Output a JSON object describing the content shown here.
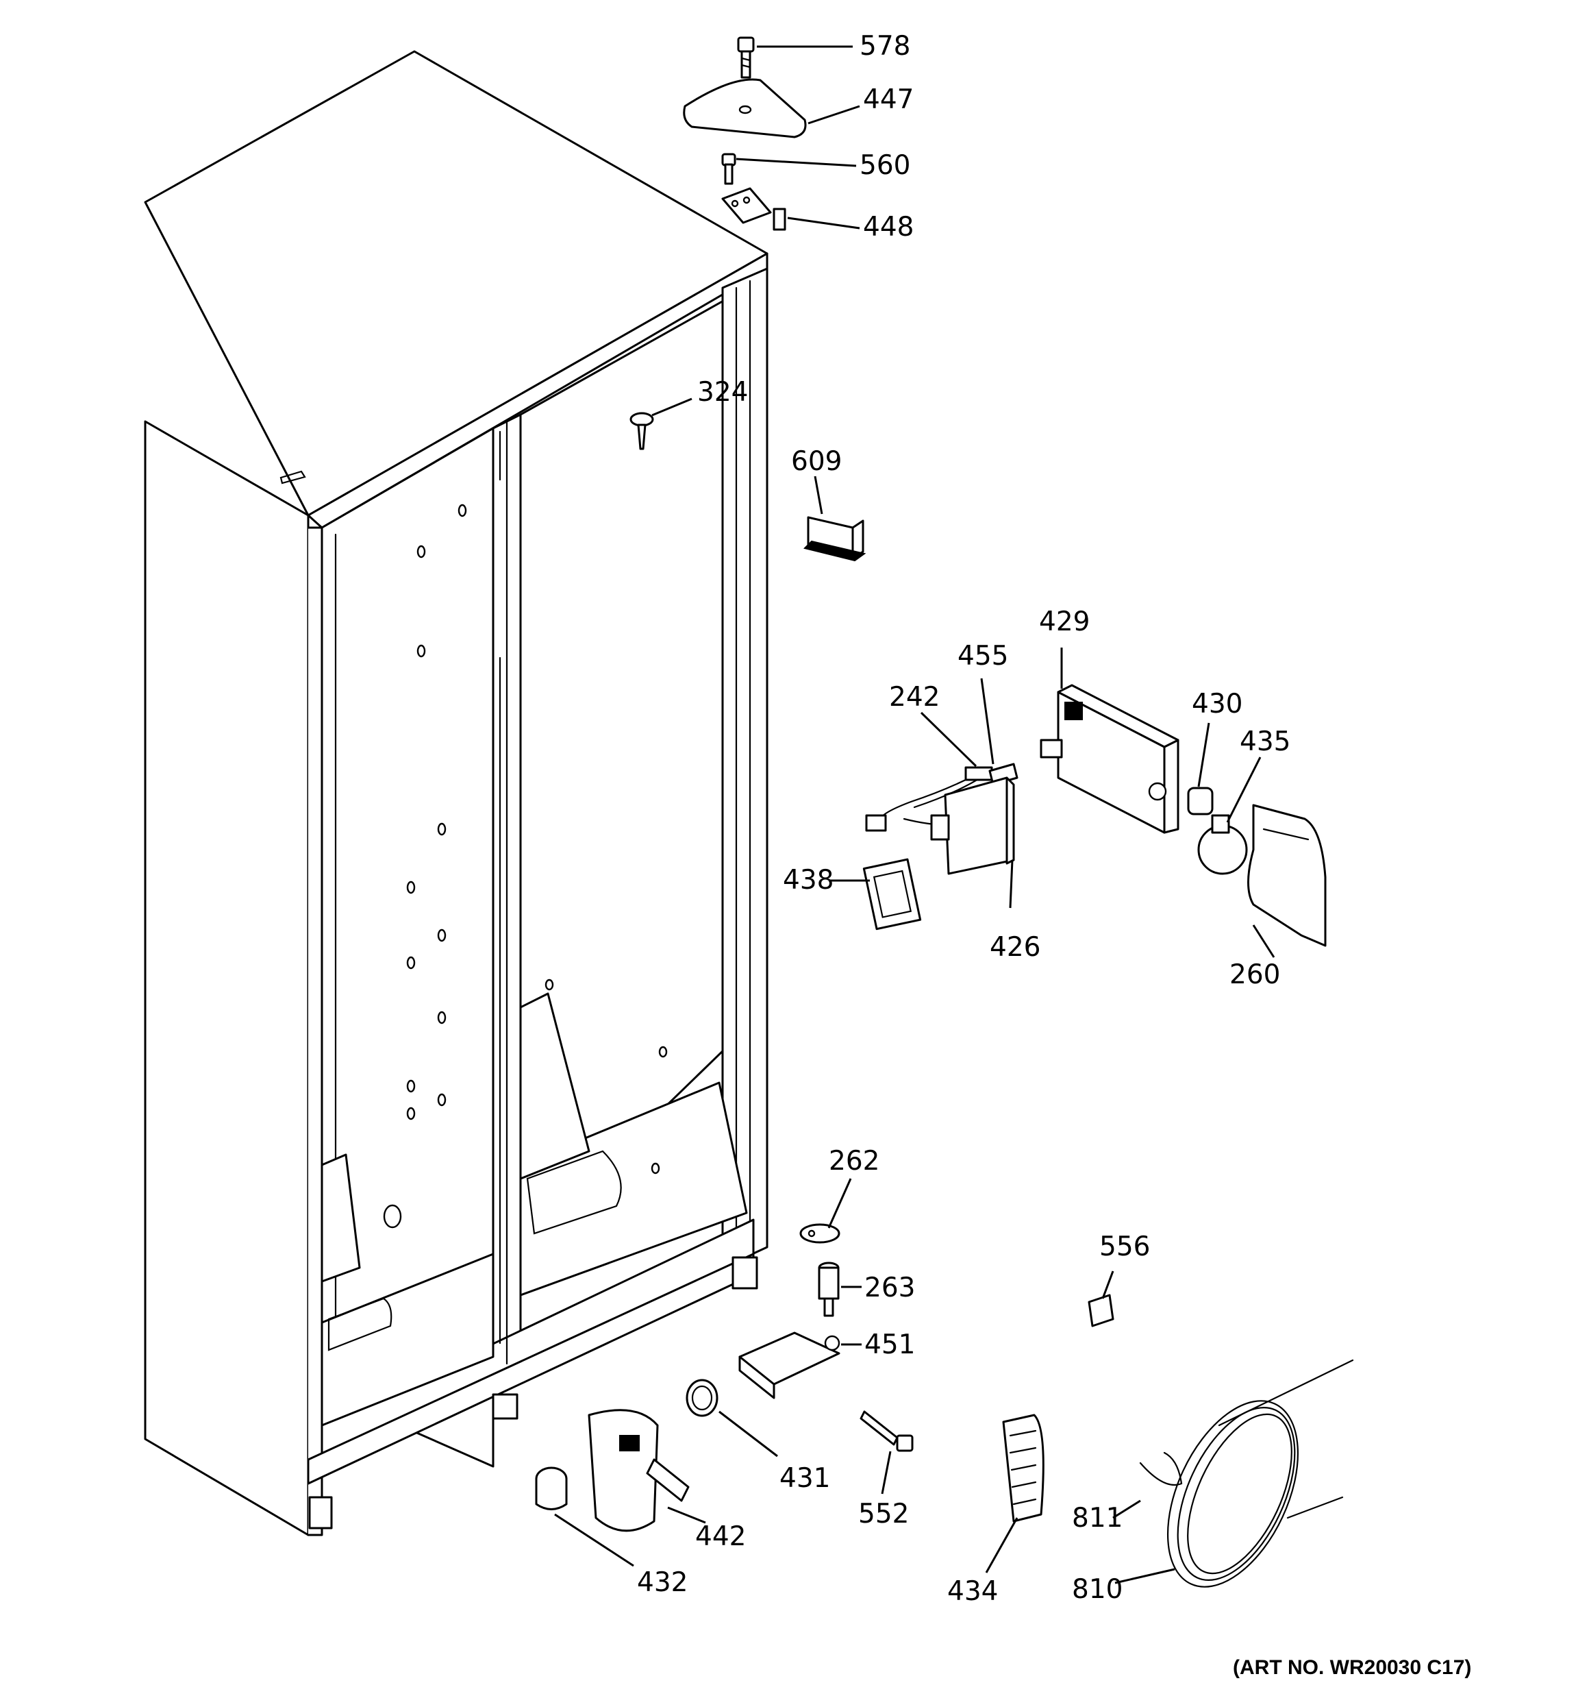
{
  "callouts": [
    {
      "id": "578",
      "text": "578"
    },
    {
      "id": "447",
      "text": "447"
    },
    {
      "id": "560",
      "text": "560"
    },
    {
      "id": "448",
      "text": "448"
    },
    {
      "id": "324",
      "text": "324"
    },
    {
      "id": "609",
      "text": "609"
    },
    {
      "id": "429",
      "text": "429"
    },
    {
      "id": "455",
      "text": "455"
    },
    {
      "id": "242",
      "text": "242"
    },
    {
      "id": "430",
      "text": "430"
    },
    {
      "id": "435",
      "text": "435"
    },
    {
      "id": "438",
      "text": "438"
    },
    {
      "id": "426",
      "text": "426"
    },
    {
      "id": "260",
      "text": "260"
    },
    {
      "id": "262",
      "text": "262"
    },
    {
      "id": "556",
      "text": "556"
    },
    {
      "id": "263",
      "text": "263"
    },
    {
      "id": "451",
      "text": "451"
    },
    {
      "id": "431",
      "text": "431"
    },
    {
      "id": "552",
      "text": "552"
    },
    {
      "id": "442",
      "text": "442"
    },
    {
      "id": "811",
      "text": "811"
    },
    {
      "id": "432",
      "text": "432"
    },
    {
      "id": "434",
      "text": "434"
    },
    {
      "id": "810",
      "text": "810"
    }
  ],
  "art_number": "(ART NO. WR20030 C17)"
}
